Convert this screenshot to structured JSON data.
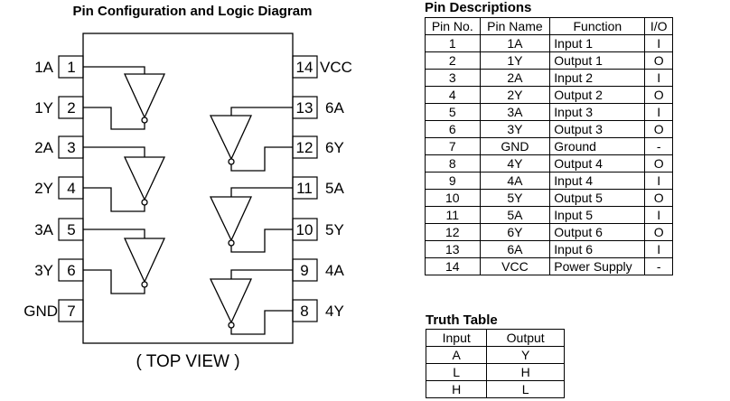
{
  "diagram": {
    "title": "Pin Configuration and Logic Diagram",
    "view_label": "( TOP VIEW )",
    "left_pins": [
      {
        "number": "1",
        "name": "1A"
      },
      {
        "number": "2",
        "name": "1Y"
      },
      {
        "number": "3",
        "name": "2A"
      },
      {
        "number": "4",
        "name": "2Y"
      },
      {
        "number": "5",
        "name": "3A"
      },
      {
        "number": "6",
        "name": "3Y"
      },
      {
        "number": "7",
        "name": "GND"
      }
    ],
    "right_pins": [
      {
        "number": "14",
        "name": "VCC"
      },
      {
        "number": "13",
        "name": "6A"
      },
      {
        "number": "12",
        "name": "6Y"
      },
      {
        "number": "11",
        "name": "5A"
      },
      {
        "number": "10",
        "name": "5Y"
      },
      {
        "number": "9",
        "name": "4A"
      },
      {
        "number": "8",
        "name": "4Y"
      }
    ]
  },
  "pin_descriptions": {
    "title": "Pin Descriptions",
    "headers": [
      "Pin No.",
      "Pin Name",
      "Function",
      "I/O"
    ],
    "rows": [
      [
        "1",
        "1A",
        "Input 1",
        "I"
      ],
      [
        "2",
        "1Y",
        "Output 1",
        "O"
      ],
      [
        "3",
        "2A",
        "Input 2",
        "I"
      ],
      [
        "4",
        "2Y",
        "Output 2",
        "O"
      ],
      [
        "5",
        "3A",
        "Input 3",
        "I"
      ],
      [
        "6",
        "3Y",
        "Output 3",
        "O"
      ],
      [
        "7",
        "GND",
        "Ground",
        "-"
      ],
      [
        "8",
        "4Y",
        "Output 4",
        "O"
      ],
      [
        "9",
        "4A",
        "Input 4",
        "I"
      ],
      [
        "10",
        "5Y",
        "Output 5",
        "O"
      ],
      [
        "11",
        "5A",
        "Input 5",
        "I"
      ],
      [
        "12",
        "6Y",
        "Output 6",
        "O"
      ],
      [
        "13",
        "6A",
        "Input 6",
        "I"
      ],
      [
        "14",
        "VCC",
        "Power Supply",
        "-"
      ]
    ]
  },
  "truth_table": {
    "title": "Truth Table",
    "headers": [
      "Input",
      "Output"
    ],
    "subheaders": [
      "A",
      "Y"
    ],
    "rows": [
      [
        "L",
        "H"
      ],
      [
        "H",
        "L"
      ]
    ]
  }
}
